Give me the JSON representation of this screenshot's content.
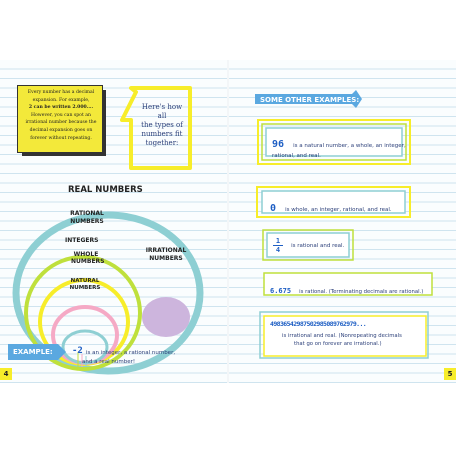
{
  "left_page": {
    "info_box": [
      "Every number has a decimal",
      "expansion. For example,",
      "2 can be written 2.000....",
      "However, you can spot an",
      "irrational number because the",
      "decimal expansion goes on",
      "forever without repeating."
    ],
    "callout": [
      "Here's how all",
      "the types of",
      "numbers fit",
      "together:"
    ],
    "venn": {
      "title": "REAL NUMBERS",
      "rational": "RATIONAL NUMBERS",
      "integers": "INTEGERS",
      "whole": [
        "WHOLE",
        "NUMBERS"
      ],
      "natural": [
        "NATURAL",
        "NUMBERS"
      ],
      "irrational": [
        "IRRATIONAL",
        "NUMBERS"
      ]
    },
    "example": {
      "label": "EXAMPLE:",
      "number": "-2",
      "text1": "is an integer, a rational number,",
      "text2": "and a real number!"
    },
    "page_number": "4"
  },
  "right_page": {
    "header": "SOME OTHER EXAMPLES:",
    "examples": [
      {
        "number": "96",
        "text1": "is a natural number, a whole, an integer,",
        "text2": "rational, and real."
      },
      {
        "number": "0",
        "text1": "is whole, an integer, rational, and real."
      },
      {
        "numerator": "1",
        "denominator": "4",
        "text1": "is rational and real."
      },
      {
        "number": "6.675",
        "text1": "is rational. (Terminating decimals are rational.)"
      },
      {
        "number": "49836542987502985089762979...",
        "text1": "is irrational and real. (Nonrepeating decimals",
        "text2": "that go on forever are irrational.)"
      }
    ],
    "page_number": "5"
  },
  "colors": {
    "yellow": "#f7ed2a",
    "teal": "#8ecfd3",
    "lime": "#bfe03c",
    "pink": "#f5a9c5",
    "purple": "#cdb5dd",
    "blue_header": "#5aa8e0",
    "blue_text": "#1f5fc4"
  }
}
